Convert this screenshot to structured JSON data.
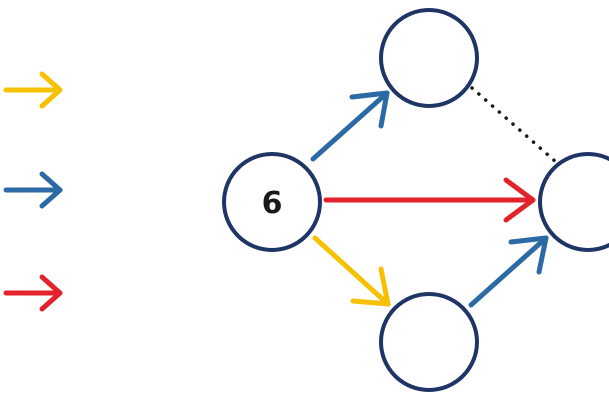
{
  "colors": {
    "yellow": "#f6c100",
    "blue": "#2c6aa6",
    "red": "#e3232c",
    "node_stroke": "#1f3566"
  },
  "legend": [
    {
      "color": "yellow",
      "icon": "arrow-right-icon"
    },
    {
      "color": "blue",
      "icon": "arrow-right-icon"
    },
    {
      "color": "red",
      "icon": "arrow-right-icon"
    }
  ],
  "nodes": {
    "start": {
      "label": "6"
    },
    "top": {
      "label": ""
    },
    "right": {
      "label": ""
    },
    "bottom": {
      "label": ""
    }
  }
}
